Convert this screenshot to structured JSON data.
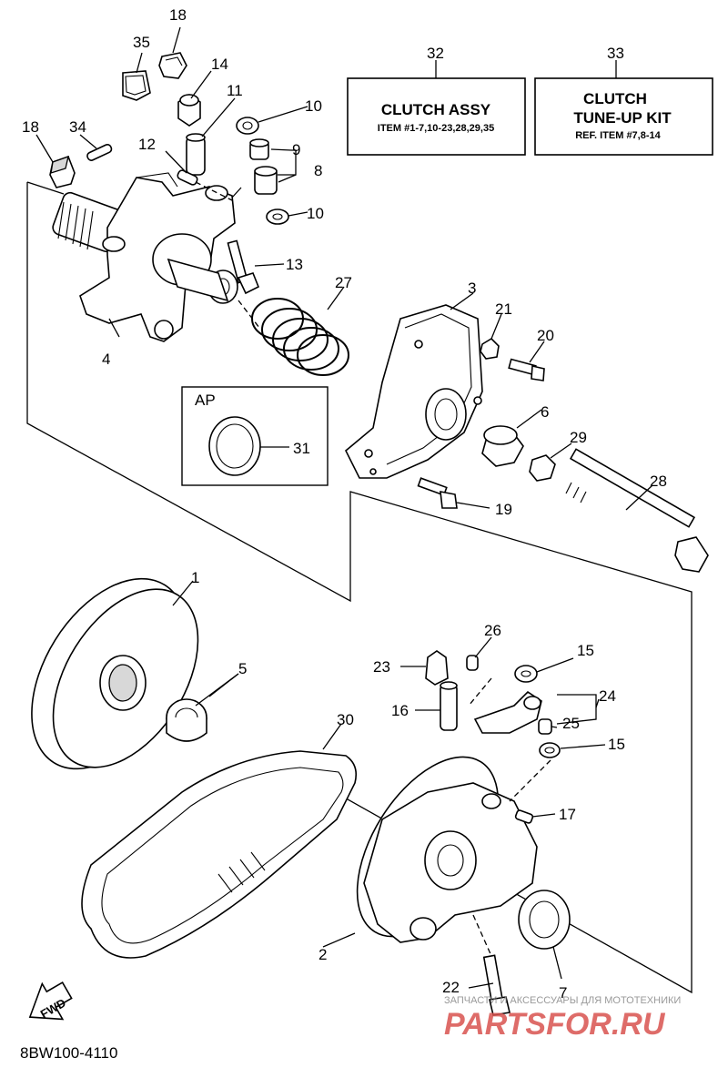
{
  "callouts": [
    {
      "id": "1",
      "text": "1"
    },
    {
      "id": "2",
      "text": "2"
    },
    {
      "id": "3",
      "text": "3"
    },
    {
      "id": "4",
      "text": "4"
    },
    {
      "id": "5",
      "text": "5"
    },
    {
      "id": "6",
      "text": "6"
    },
    {
      "id": "7",
      "text": "7"
    },
    {
      "id": "8",
      "text": "8"
    },
    {
      "id": "9",
      "text": "9"
    },
    {
      "id": "10a",
      "text": "10"
    },
    {
      "id": "10b",
      "text": "10"
    },
    {
      "id": "11",
      "text": "11"
    },
    {
      "id": "12",
      "text": "12"
    },
    {
      "id": "13",
      "text": "13"
    },
    {
      "id": "14",
      "text": "14"
    },
    {
      "id": "15a",
      "text": "15"
    },
    {
      "id": "15b",
      "text": "15"
    },
    {
      "id": "16",
      "text": "16"
    },
    {
      "id": "17",
      "text": "17"
    },
    {
      "id": "18a",
      "text": "18"
    },
    {
      "id": "18b",
      "text": "18"
    },
    {
      "id": "19",
      "text": "19"
    },
    {
      "id": "20",
      "text": "20"
    },
    {
      "id": "21",
      "text": "21"
    },
    {
      "id": "22",
      "text": "22"
    },
    {
      "id": "23",
      "text": "23"
    },
    {
      "id": "24",
      "text": "24"
    },
    {
      "id": "25",
      "text": "25"
    },
    {
      "id": "26",
      "text": "26"
    },
    {
      "id": "27",
      "text": "27"
    },
    {
      "id": "28",
      "text": "28"
    },
    {
      "id": "29",
      "text": "29"
    },
    {
      "id": "30",
      "text": "30"
    },
    {
      "id": "31",
      "text": "31"
    },
    {
      "id": "32",
      "text": "32"
    },
    {
      "id": "33",
      "text": "33"
    },
    {
      "id": "34",
      "text": "34"
    },
    {
      "id": "35",
      "text": "35"
    }
  ],
  "boxes": {
    "clutch_assy": {
      "title": "CLUTCH ASSY",
      "sub": "ITEM #1-7,10-23,28,29,35"
    },
    "tune_up_kit": {
      "title_1": "CLUTCH",
      "title_2": "TUNE-UP KIT",
      "sub": "REF. ITEM #7,8-14"
    },
    "ap": {
      "title": "AP"
    }
  },
  "fwd_label": "FWD",
  "diagram_code": "8BW100-4110",
  "watermark": {
    "top": "ЗАПЧАСТИ И АКСЕССУАРЫ ДЛЯ МОТОТЕХНИКИ",
    "brand": "PARTSFOR.RU",
    "color": "#d9534f"
  }
}
